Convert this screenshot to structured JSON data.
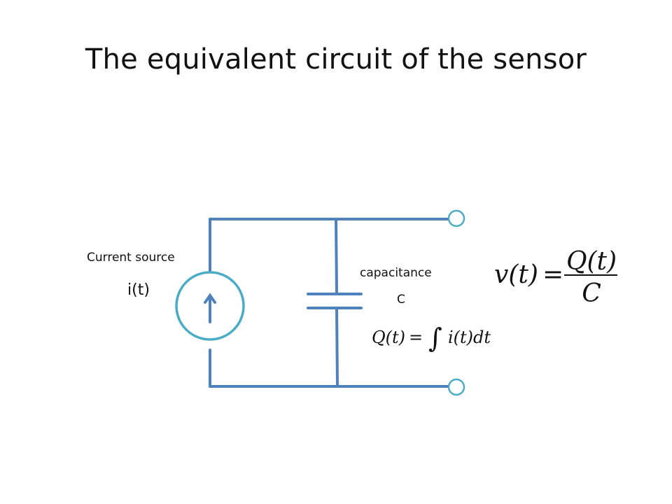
{
  "slide": {
    "title": "The equivalent circuit of the sensor"
  },
  "labels": {
    "source_name": "Current source",
    "source_symbol": "i(t)",
    "cap_name": "capacitance",
    "cap_symbol": "C"
  },
  "equations": {
    "voltage": {
      "lhs": "v(t)",
      "equals": "=",
      "numerator": "Q(t)",
      "denominator": "C"
    },
    "charge": {
      "lhs": "Q(t)",
      "equals": "=",
      "integral": "∫",
      "integrand": "i(t)dt"
    }
  },
  "colors": {
    "wire": "#4F81BD",
    "source_ring": "#4BACC6",
    "terminal": "#4BACC6"
  }
}
